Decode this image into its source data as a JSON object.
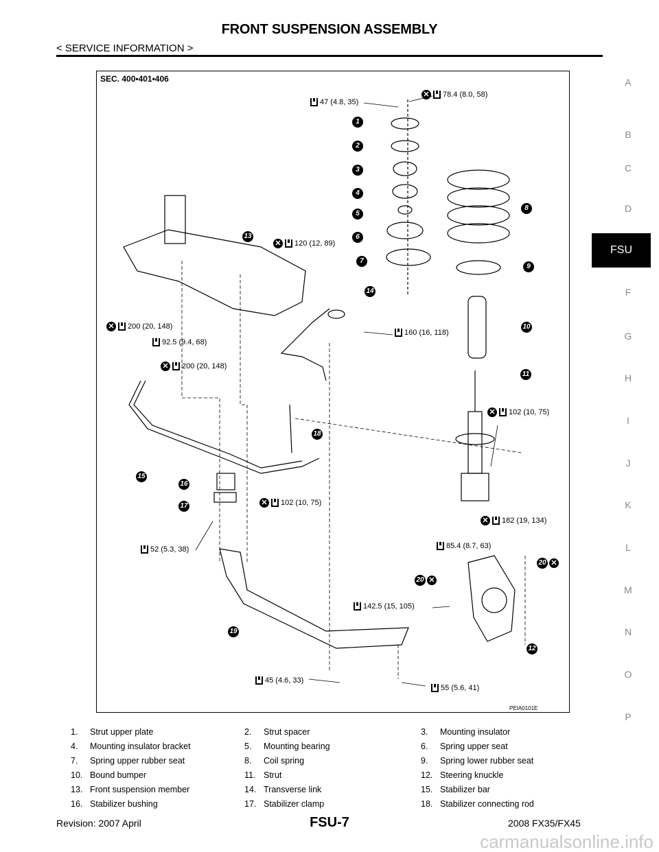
{
  "header": {
    "title": "FRONT SUSPENSION ASSEMBLY",
    "subtitle": "< SERVICE INFORMATION >"
  },
  "side_index": {
    "items": [
      "A",
      "B",
      "C",
      "D",
      "FSU",
      "F",
      "G",
      "H",
      "I",
      "J",
      "K",
      "L",
      "M",
      "N",
      "O",
      "P"
    ],
    "active": "FSU"
  },
  "diagram": {
    "section": "SEC. 400•401•406",
    "code": "PEIA0101E",
    "callouts": [
      "1",
      "2",
      "3",
      "4",
      "5",
      "6",
      "7",
      "8",
      "9",
      "10",
      "11",
      "12",
      "13",
      "14",
      "15",
      "16",
      "17",
      "18",
      "19",
      "20",
      "20"
    ],
    "torques": [
      {
        "value": "47 (4.8, 35)",
        "no_reuse": false
      },
      {
        "value": "78.4 (8.0, 58)",
        "no_reuse": true
      },
      {
        "value": "120 (12, 89)",
        "no_reuse": true
      },
      {
        "value": "160 (16, 118)",
        "no_reuse": false
      },
      {
        "value": "200 (20, 148)",
        "no_reuse": true
      },
      {
        "value": "92.5 (9.4, 68)",
        "no_reuse": false
      },
      {
        "value": "200 (20, 148)",
        "no_reuse": true
      },
      {
        "value": "102 (10, 75)",
        "no_reuse": true
      },
      {
        "value": "102 (10, 75)",
        "no_reuse": true
      },
      {
        "value": "182 (19, 134)",
        "no_reuse": true
      },
      {
        "value": "52 (5.3, 38)",
        "no_reuse": false
      },
      {
        "value": "85.4 (8.7, 63)",
        "no_reuse": false
      },
      {
        "value": "142.5 (15, 105)",
        "no_reuse": false
      },
      {
        "value": "45 (4.6, 33)",
        "no_reuse": false
      },
      {
        "value": "55 (5.6, 41)",
        "no_reuse": false
      }
    ]
  },
  "legend": [
    {
      "n": "1.",
      "t": "Strut upper plate"
    },
    {
      "n": "2.",
      "t": "Strut spacer"
    },
    {
      "n": "3.",
      "t": "Mounting insulator"
    },
    {
      "n": "4.",
      "t": "Mounting insulator bracket"
    },
    {
      "n": "5.",
      "t": "Mounting bearing"
    },
    {
      "n": "6.",
      "t": "Spring upper seat"
    },
    {
      "n": "7.",
      "t": "Spring upper rubber seat"
    },
    {
      "n": "8.",
      "t": "Coil spring"
    },
    {
      "n": "9.",
      "t": "Spring lower rubber seat"
    },
    {
      "n": "10.",
      "t": "Bound bumper"
    },
    {
      "n": "11.",
      "t": "Strut"
    },
    {
      "n": "12.",
      "t": "Steering knuckle"
    },
    {
      "n": "13.",
      "t": "Front suspension member"
    },
    {
      "n": "14.",
      "t": "Transverse link"
    },
    {
      "n": "15.",
      "t": "Stabilizer bar"
    },
    {
      "n": "16.",
      "t": "Stabilizer bushing"
    },
    {
      "n": "17.",
      "t": "Stabilizer clamp"
    },
    {
      "n": "18.",
      "t": "Stabilizer connecting rod"
    }
  ],
  "footer": {
    "revision": "Revision: 2007 April",
    "page": "FSU-7",
    "model": "2008 FX35/FX45",
    "watermark": "carmanualsonline.info"
  }
}
